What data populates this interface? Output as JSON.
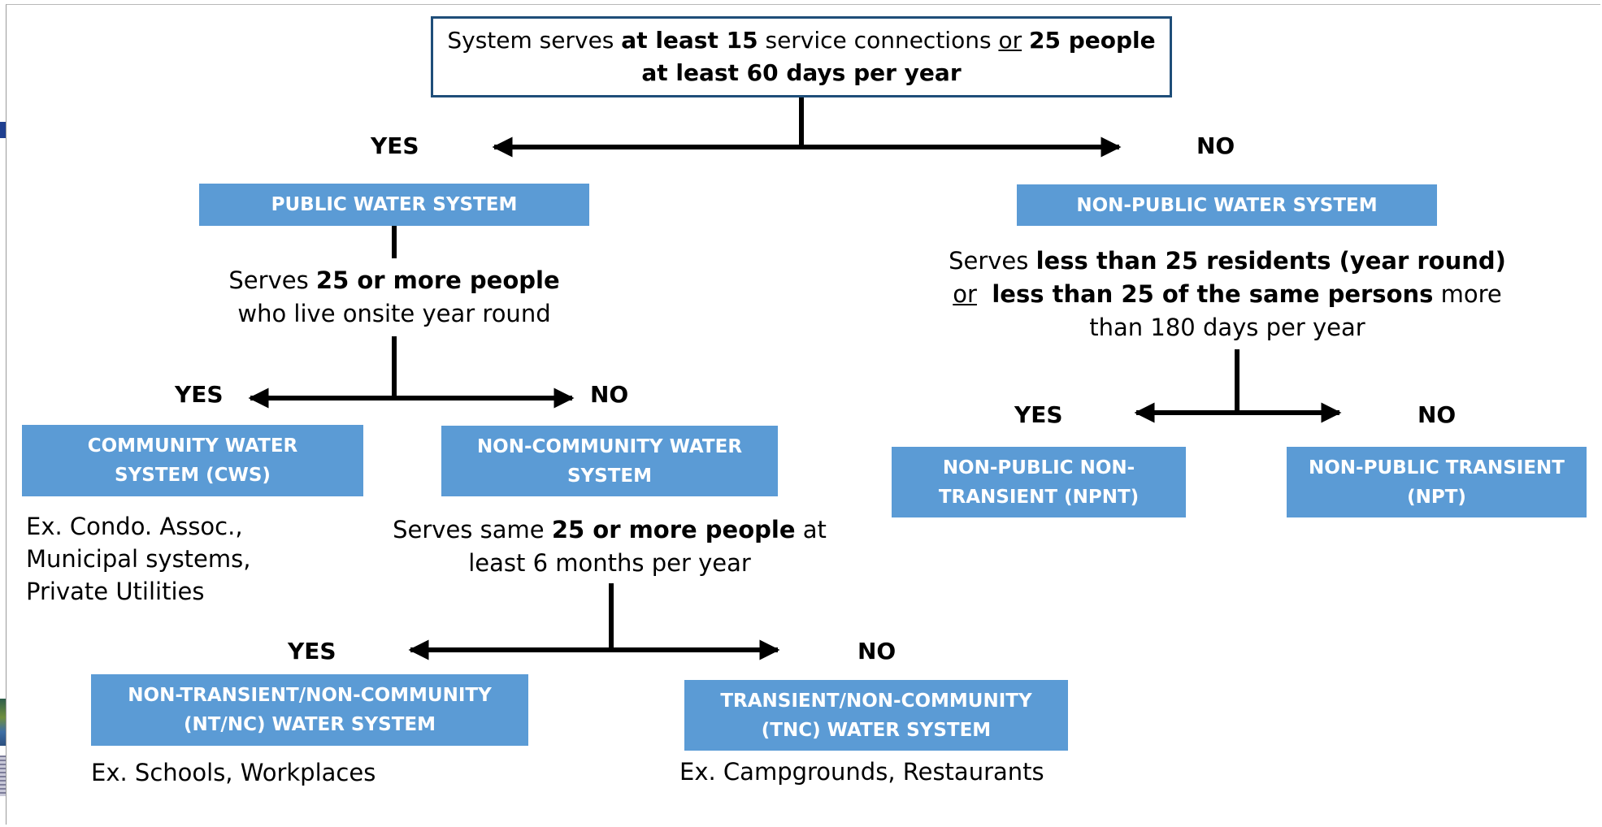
{
  "colors": {
    "box_fill": "#5b9bd5",
    "box_text": "#ffffff",
    "top_border": "#1f4e79",
    "arrow": "#000000"
  },
  "top_question": {
    "part1": "System serves ",
    "part2": "at least 15",
    "part3": " service connections ",
    "part4": "or",
    "part5": " ",
    "part6": "25 people",
    "line2": "at least 60 days per year"
  },
  "branch1": {
    "yes": "YES",
    "no": "NO"
  },
  "public": {
    "box": "PUBLIC WATER SYSTEM",
    "question": {
      "part1": "Serves ",
      "part2": "25 or more people",
      "line2": "who live onsite year round"
    },
    "yes": "YES",
    "no": "NO",
    "community": {
      "box_line1": "COMMUNITY WATER",
      "box_line2": "SYSTEM (CWS)",
      "examples": [
        "Ex. Condo.  Assoc.,",
        "Municipal systems,",
        "Private Utilities"
      ]
    },
    "non_community": {
      "box_line1": "NON-COMMUNITY WATER",
      "box_line2": "SYSTEM",
      "question": {
        "part1": "Serves same ",
        "part2": "25 or more people",
        "part3": " at",
        "line2": "least 6 months per year"
      },
      "yes": "YES",
      "no": "NO",
      "ntnc": {
        "box_line1": "NON-TRANSIENT/NON-COMMUNITY",
        "box_line2": "(NT/NC) WATER SYSTEM",
        "example": "Ex. Schools, Workplaces"
      },
      "tnc": {
        "box_line1": "TRANSIENT/NON-COMMUNITY",
        "box_line2": "(TNC) WATER SYSTEM",
        "example": "Ex. Campgrounds, Restaurants"
      }
    }
  },
  "non_public": {
    "box": "NON-PUBLIC WATER SYSTEM",
    "question": {
      "part1": "Serves ",
      "part2": "less than 25 residents (year round)",
      "part3": "or",
      "part4": "  ",
      "part5": "less than 25 of the same persons",
      "part6": " more",
      "line3": "than 180 days per year"
    },
    "yes": "YES",
    "no": "NO",
    "npnt": {
      "box_line1": "NON-PUBLIC NON-",
      "box_line2": "TRANSIENT (NPNT)"
    },
    "npt": {
      "box_line1": "NON-PUBLIC TRANSIENT",
      "box_line2": "(NPT)"
    }
  }
}
